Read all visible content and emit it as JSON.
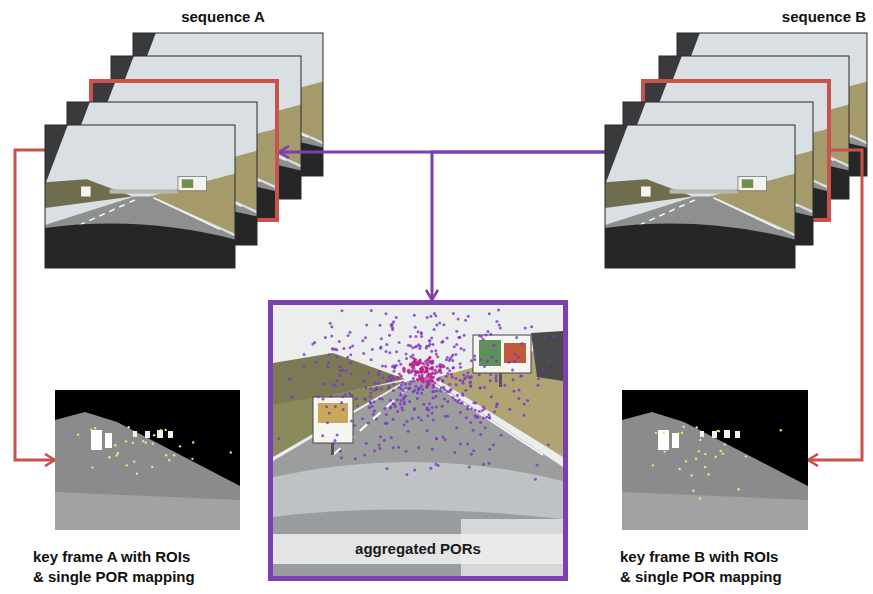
{
  "diagram": {
    "nodes": [
      {
        "text": [
          "sequence A"
        ]
      },
      {
        "text": [
          "sequence B"
        ]
      },
      {
        "text": [
          "aggregated PORs"
        ]
      },
      {
        "text": [
          "key frame A with ROIs & single POR mapping"
        ]
      },
      {
        "text": [
          "key frame B with ROIs & single POR mapping"
        ]
      }
    ],
    "edges": [
      {
        "from": 0,
        "to": 3,
        "arrow": "to"
      },
      {
        "from": 1,
        "to": 4,
        "arrow": "to"
      },
      {
        "from": 1,
        "to": 0,
        "arrow": "to"
      },
      {
        "from": 1,
        "to": 2,
        "arrow": "to"
      }
    ]
  }
}
